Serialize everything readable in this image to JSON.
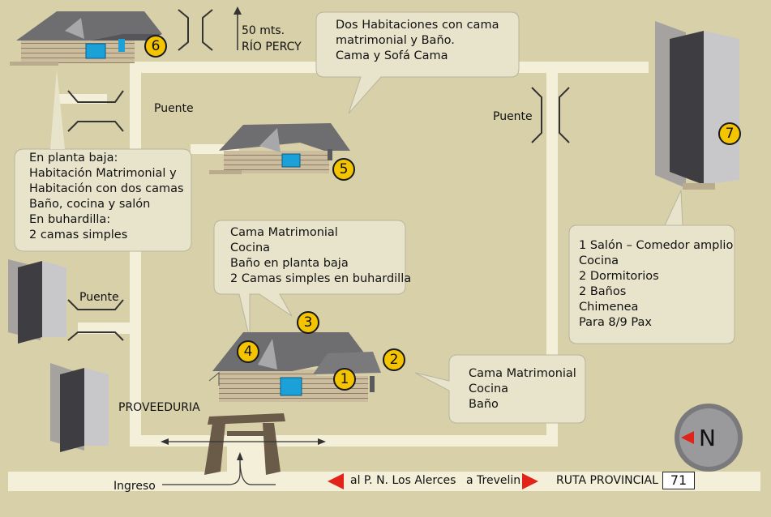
{
  "map": {
    "landmarks": {
      "river_distance": "50 mts.",
      "river_name": "RÍO PERCY",
      "bridges": [
        "Puente",
        "Puente",
        "Puente"
      ],
      "store": "PROVEEDURIA",
      "entrance": "Ingreso",
      "compass_letter": "N"
    },
    "callouts": {
      "cabin_6": [
        "En planta baja:",
        "Habitación Matrimonial y",
        "Habitación con dos camas",
        "Baño, cocina y salón",
        "En buhardilla:",
        "2 camas simples"
      ],
      "cabin_5": [
        "Dos Habitaciones con cama",
        "matrimonial y Baño.",
        "Cama y Sofá Cama"
      ],
      "cabin_3_4": [
        "Cama Matrimonial",
        "Cocina",
        "Baño en planta baja",
        "2 Camas simples en buhardilla"
      ],
      "cabin_1_2": [
        "Cama Matrimonial",
        "Cocina",
        "Baño"
      ],
      "cabin_7": [
        "1 Salón – Comedor amplio",
        "Cocina",
        "2 Dormitorios",
        "2 Baños",
        "Chimenea",
        "Para 8/9 Pax"
      ]
    },
    "badges": [
      "1",
      "2",
      "3",
      "4",
      "5",
      "6",
      "7"
    ],
    "route": {
      "to_left": "al P. N. Los Alerces",
      "to_right": "a Trevelin",
      "road_name": "RUTA PROVINCIAL",
      "road_number": "71"
    },
    "colors": {
      "background": "#d8d0a8",
      "road": "#f4efd8",
      "callout_fill": "#e8e4cc",
      "badge": "#f5c400",
      "arrow": "#e2231a",
      "roof": "#6e6e70",
      "log_wall": "#c8b89a"
    }
  }
}
